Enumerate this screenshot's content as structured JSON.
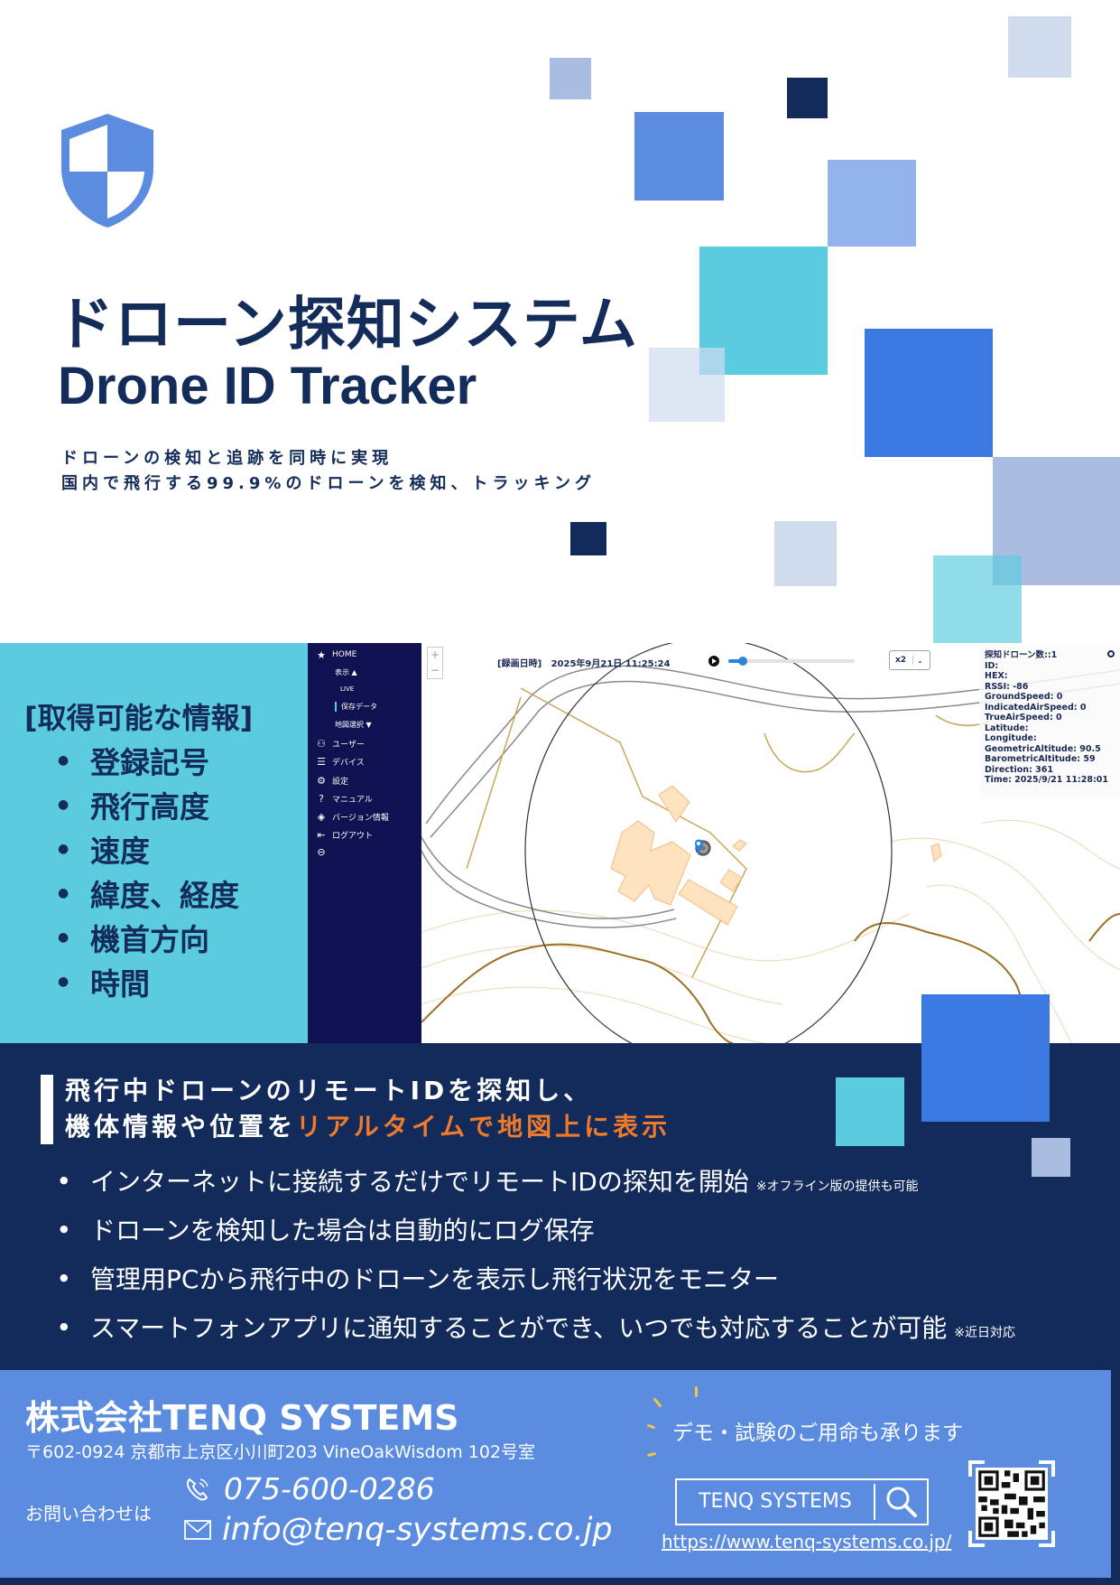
{
  "hero": {
    "title_jp": "ドローン探知システム",
    "title_en": "Drone ID Tracker",
    "tagline": [
      "ドローンの検知と追跡を同時に実現",
      "国内で飛行する99.9%のドローンを検知、トラッキング"
    ],
    "icon": "shield-icon"
  },
  "colors": {
    "navy": "#122b5a",
    "cyan": "#5bcbdf",
    "blue": "#3b79e0",
    "mid_blue": "#5b8ce0",
    "light_blue": "#93b3ec",
    "pale_blue": "#cfdcee",
    "accent_orange": "#f07a2b",
    "app_sidebar": "#0f1150"
  },
  "info_panel": {
    "title": "[取得可能な情報]",
    "items": [
      "登録記号",
      "飛行高度",
      "速度",
      "緯度、経度",
      "機首方向",
      "時間"
    ]
  },
  "app": {
    "sidebar": {
      "items": [
        {
          "label": "HOME",
          "icon": "star-icon"
        },
        {
          "label": "表示 ▲"
        },
        {
          "label": "LIVE"
        },
        {
          "label": "保存データ"
        },
        {
          "label": "地図選択 ▼"
        },
        {
          "label": "ユーザー",
          "icon": "user-icon"
        },
        {
          "label": "デバイス",
          "icon": "list-icon"
        },
        {
          "label": "設定",
          "icon": "gear-icon"
        },
        {
          "label": "マニュアル",
          "icon": "help-icon"
        },
        {
          "label": "バージョン情報",
          "icon": "layers-icon"
        },
        {
          "label": "ログアウト",
          "icon": "logout-icon"
        },
        {
          "label": "",
          "icon": "back-arrow-icon"
        }
      ]
    },
    "map": {
      "zoom_in": "+",
      "zoom_out": "−",
      "recording_label": "[録画日時]",
      "recording_time": "2025年9月21日 11:25:24",
      "playback_speed": "x2",
      "info": {
        "count": "探知ドローン数::1",
        "lines": [
          "ID:",
          "HEX:",
          "RSSI: -86",
          "GroundSpeed: 0",
          "IndicatedAirSpeed: 0",
          "TrueAirSpeed: 0",
          "Latitude:",
          "Longitude:",
          "GeometricAltitude: 90.5",
          "BarometricAltitude: 59",
          "Direction: 361",
          "Time: 2025/9/21 11:28:01"
        ]
      }
    }
  },
  "features": {
    "headline_line1": "飛行中ドローンのリモートIDを探知し、",
    "headline_line2_prefix": "機体情報や位置を",
    "headline_line2_highlight": "リアルタイムで地図上に表示",
    "items": [
      {
        "text": "インターネットに接続するだけでリモートIDの探知を開始",
        "note": "※オフライン版の提供も可能"
      },
      {
        "text": "ドローンを検知した場合は自動的にログ保存",
        "note": ""
      },
      {
        "text": "管理用PCから飛行中のドローンを表示し飛行状況をモニター",
        "note": ""
      },
      {
        "text": "スマートフォンアプリに通知することができ、いつでも対応することが可能",
        "note": "※近日対応"
      }
    ]
  },
  "footer": {
    "company": "株式会社TENQ SYSTEMS",
    "address": "〒602-0924 京都市上京区小川町203 VineOakWisdom 102号室",
    "contact_label": "お問い合わせは",
    "phone": "075-600-0286",
    "email": "info@tenq-systems.co.jp",
    "demo_text": "デモ・試験のご用命も承ります",
    "search_text": "TENQ SYSTEMS",
    "url": "https://www.tenq-systems.co.jp/"
  }
}
